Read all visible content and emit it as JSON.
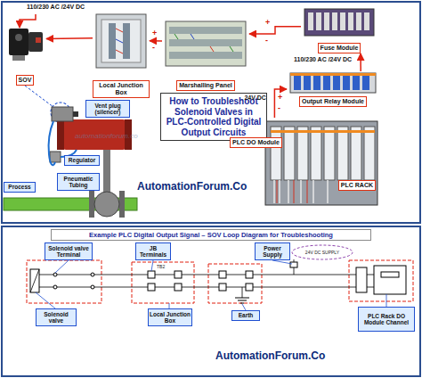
{
  "diagram": {
    "nodes": [
      {
        "text": [
          "SOV"
        ]
      },
      {
        "text": [
          "Local Junction Box"
        ]
      },
      {
        "text": [
          "Marshalling Panel"
        ]
      },
      {
        "text": [
          "Fuse Module"
        ]
      },
      {
        "text": [
          "Output Relay Module"
        ]
      },
      {
        "text": [
          "How to Troubleshoot Solenoid Valves in PLC-Controlled Digital Output Circuits"
        ]
      },
      {
        "text": [
          "PLC DO Module",
          "PLC RACK"
        ]
      },
      {
        "text": [
          "Vent plug (silencer)"
        ]
      },
      {
        "text": [
          "Regulator"
        ]
      },
      {
        "text": [
          "Process"
        ]
      },
      {
        "text": [
          "Pneumatic Tubing"
        ]
      },
      {
        "text": [
          "Example PLC Digital Output Signal – SOV Loop Diagram for Troubleshooting"
        ]
      },
      {
        "text": [
          "Solenoid valve Terminal"
        ]
      },
      {
        "text": [
          "JB Terminals"
        ]
      },
      {
        "text": [
          "Power Supply"
        ]
      },
      {
        "text": [
          "Solenoid valve"
        ]
      },
      {
        "text": [
          "Local Junction Box"
        ]
      },
      {
        "text": [
          "Earth"
        ]
      },
      {
        "text": [
          "PLC Rack DO Module Channel"
        ]
      }
    ],
    "edges": [
      {
        "from": 2,
        "to": 1,
        "arrow": "to"
      },
      {
        "from": 1,
        "to": 0,
        "arrow": "to"
      },
      {
        "from": 3,
        "to": 2,
        "arrow": "to"
      },
      {
        "from": 4,
        "to": 3,
        "arrow": "to"
      },
      {
        "from": 6,
        "to": 4,
        "arrow": "to",
        "label": "24V DC"
      }
    ],
    "labels": [
      "110/230 AC /24V DC",
      "+",
      "-",
      "+",
      "-",
      "110/230 AC /24V DC",
      "+",
      "-",
      "automationforum.co",
      "AutomationForum.Co",
      "24V DC SUPPLY",
      "TB2",
      "AutomationForum.Co"
    ]
  }
}
